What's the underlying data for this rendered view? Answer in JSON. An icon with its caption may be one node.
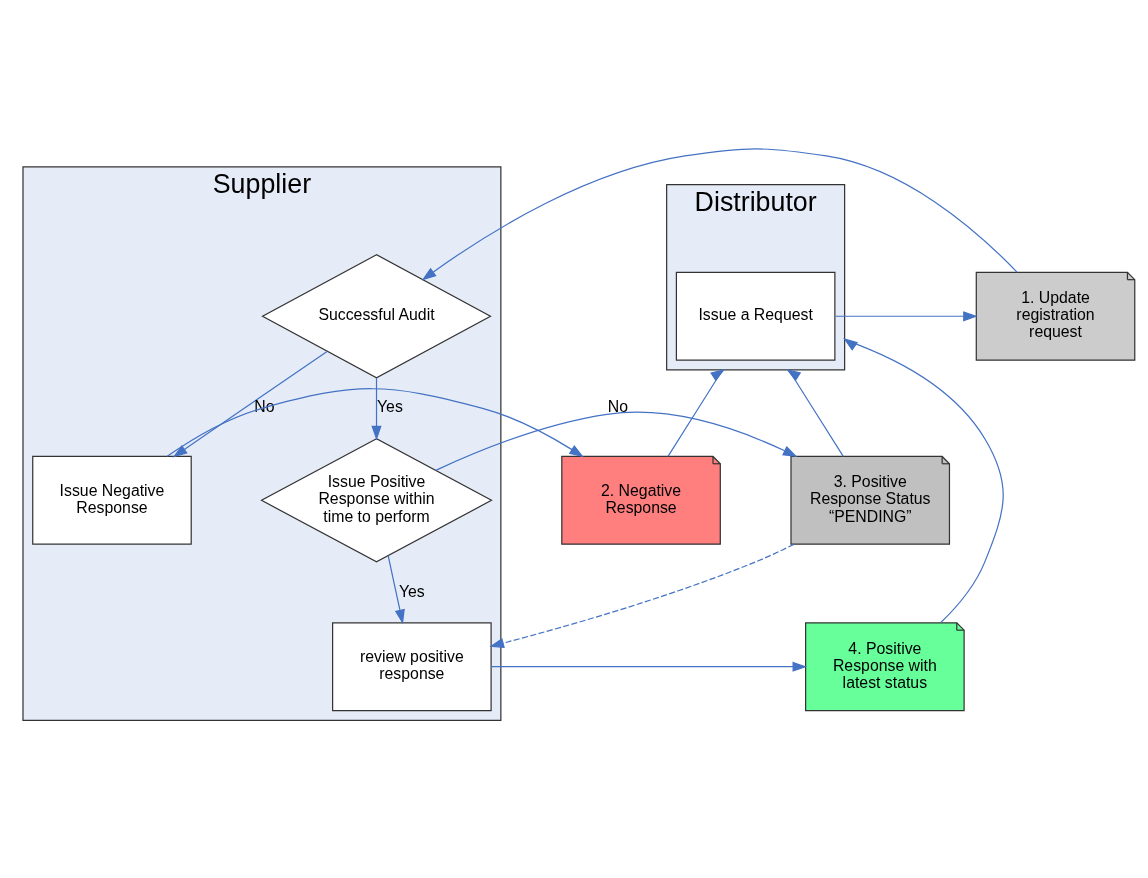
{
  "diagram": {
    "nodes": [
      {
        "text": [
          "Supplier"
        ]
      },
      {
        "text": [
          "Successful Audit"
        ],
        "in": 0
      },
      {
        "text": [
          "Issue Negative Response"
        ],
        "in": 0
      },
      {
        "text": [
          "Issue Positive Response within time to perform"
        ],
        "in": 0
      },
      {
        "text": [
          "review positive response"
        ],
        "in": 0
      },
      {
        "text": [
          "1. Update registration request"
        ]
      },
      {
        "text": [
          "2. Negative Response"
        ]
      },
      {
        "text": [
          "3. Positive Response Status “PENDING”"
        ]
      },
      {
        "text": [
          "4. Positive Response with latest status"
        ]
      },
      {
        "text": [
          "Distributor"
        ]
      },
      {
        "text": [
          "Issue a Request"
        ],
        "in": 9
      }
    ],
    "edges": [
      {
        "from": 10,
        "to": 5,
        "arrow": "to"
      },
      {
        "from": 5,
        "to": 1,
        "arrow": "to"
      },
      {
        "from": 1,
        "to": 2,
        "arrow": "to",
        "label": "No"
      },
      {
        "from": 2,
        "to": 6,
        "arrow": "to"
      },
      {
        "from": 1,
        "to": 3,
        "arrow": "to",
        "label": "Yes"
      },
      {
        "from": 3,
        "to": 7,
        "arrow": "to",
        "label": "No"
      },
      {
        "from": 3,
        "to": 4,
        "arrow": "to",
        "label": "Yes"
      },
      {
        "from": 7,
        "to": 4,
        "arrow": "to",
        "style": "dashed"
      },
      {
        "from": 6,
        "to": 9,
        "arrow": "to"
      },
      {
        "from": 7,
        "to": 9,
        "arrow": "to"
      },
      {
        "from": 4,
        "to": 8,
        "arrow": "to"
      },
      {
        "from": 8,
        "to": 9,
        "arrow": "to"
      }
    ]
  }
}
